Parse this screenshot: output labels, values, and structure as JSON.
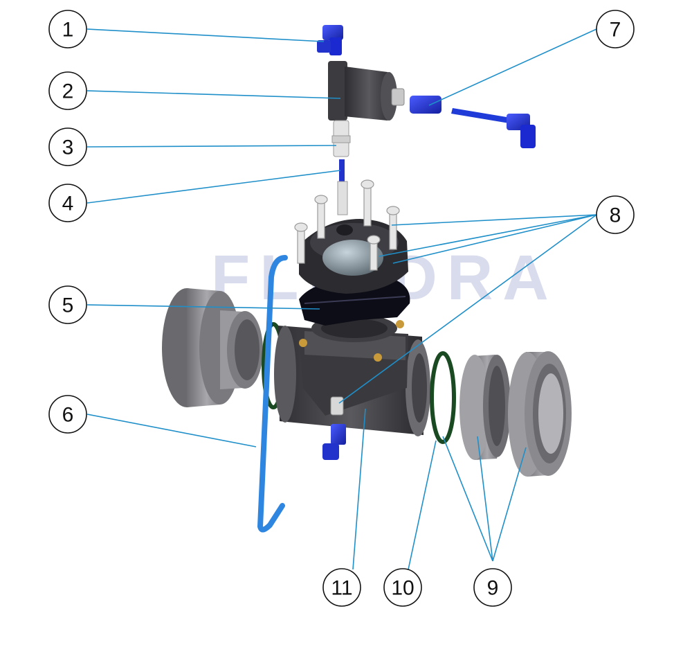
{
  "watermark": "FLUIDRA",
  "callouts": [
    {
      "id": "1",
      "label": "1"
    },
    {
      "id": "2",
      "label": "2"
    },
    {
      "id": "3",
      "label": "3"
    },
    {
      "id": "4",
      "label": "4"
    },
    {
      "id": "5",
      "label": "5"
    },
    {
      "id": "6",
      "label": "6"
    },
    {
      "id": "7",
      "label": "7"
    },
    {
      "id": "8",
      "label": "8"
    },
    {
      "id": "9",
      "label": "9"
    },
    {
      "id": "10",
      "label": "10"
    },
    {
      "id": "11",
      "label": "11"
    }
  ],
  "colors": {
    "leader_line": "#1f8fc9",
    "blue_fitting": "#2233cc",
    "valve_body": "#4a4a4e",
    "union_grey": "#8c8c90",
    "oring": "#1a4a22",
    "brass": "#c99a3a"
  }
}
